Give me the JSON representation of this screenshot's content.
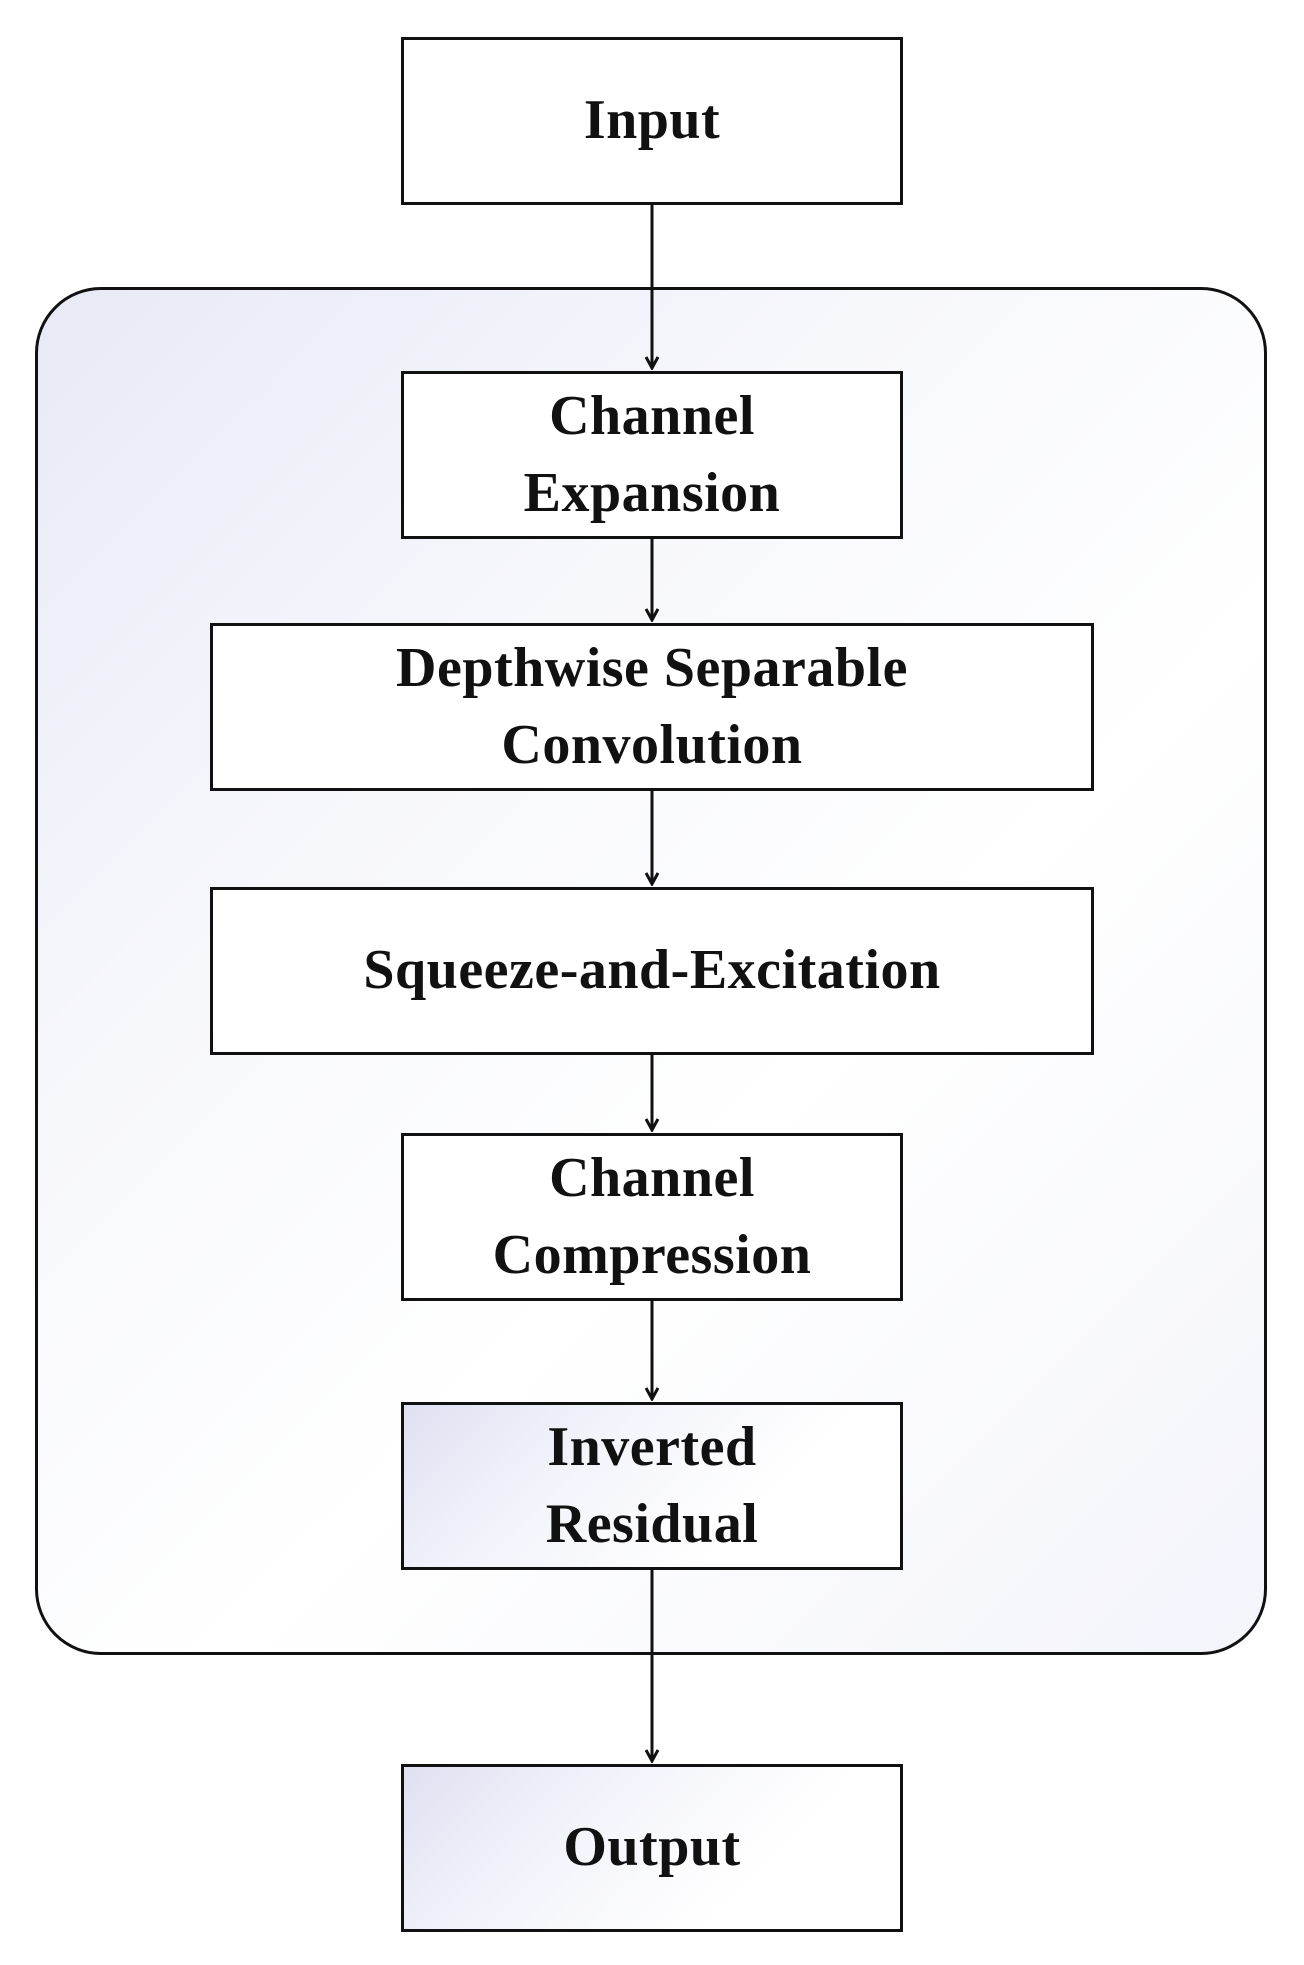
{
  "diagram": {
    "nodes": {
      "input": "Input",
      "channel_expansion": "Channel\nExpansion",
      "depthwise": "Depthwise Separable\nConvolution",
      "squeeze": "Squeeze-and-Excitation",
      "channel_compression": "Channel\nCompression",
      "inverted_residual": "Inverted\nResidual",
      "output": "Output"
    },
    "edges": [
      [
        "input",
        "channel_expansion"
      ],
      [
        "channel_expansion",
        "depthwise"
      ],
      [
        "depthwise",
        "squeeze"
      ],
      [
        "squeeze",
        "channel_compression"
      ],
      [
        "channel_compression",
        "inverted_residual"
      ],
      [
        "inverted_residual",
        "output"
      ]
    ]
  }
}
